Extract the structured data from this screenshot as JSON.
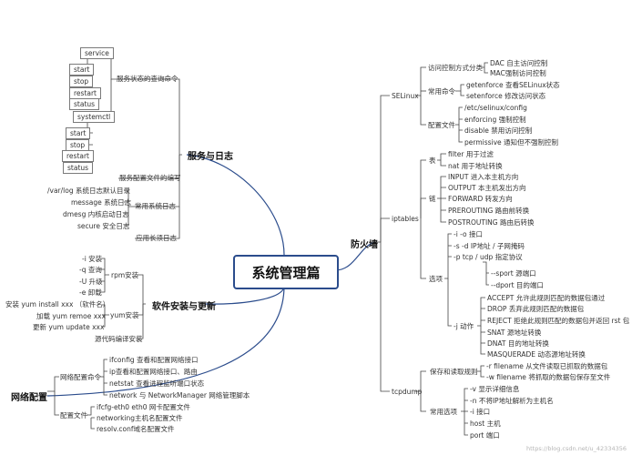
{
  "center": "系统管理篇",
  "branches": {
    "services": "服务与日志",
    "software": "软件安装与更新",
    "network": "网络配置",
    "firewall": "防火墙"
  },
  "services": {
    "query_label": "服务状态的查询命令",
    "service": "service",
    "service_cmds": [
      "start",
      "stop",
      "restart",
      "status"
    ],
    "systemctl": "systemctl",
    "systemctl_cmds": [
      "start",
      "stop",
      "restart",
      "status"
    ],
    "config_file": "服务配置文件的编写",
    "logs_label": "常用系统日志",
    "logs": [
      "/var/log  系统日志默认目录",
      "message 系统日志",
      "dmesg 内核启动日志",
      "secure 安全日志"
    ],
    "long_logs": "应用长须日志"
  },
  "software": {
    "rpm": "rpm安装",
    "rpm_opts": [
      "-i  安装",
      "-q  查询",
      "-U  升级",
      "-e  卸载"
    ],
    "yum_install": "安装  yum  install  xxx  （软件名）",
    "yum": "yum安装",
    "yum_opts": [
      "加载  yum  remoe  xxx",
      "更新  yum  update  xxx"
    ],
    "source": "源代码编译安装"
  },
  "network": {
    "cmds_label": "网络配置命令",
    "cmds": [
      "ifconfig  查看和配置网络接口",
      "ip查看和配置网络接口、路由",
      "netstat  查看进程监听端口状态",
      "network  与  NetworkManager  网络管理脚本"
    ],
    "files_label": "配置文件",
    "files": [
      "ifcfg-eth0 eth0  网卡配置文件",
      "networking主机名配置文件",
      "resolv.conf域名配置文件"
    ]
  },
  "firewall": {
    "selinux": "SELinux",
    "selinux_groups": {
      "access": "访问控制方式分类",
      "access_items": [
        "DAC  自主访问控制",
        "MAC强制访问控制"
      ],
      "cmds": "常用命令",
      "cmd_items": [
        "getenforce  查看SELinux状态",
        "setenforce  修改访问状态"
      ],
      "files": "配置文件",
      "file_items": [
        "/etc/selinux/config",
        "enforcing  强制控制",
        "disable  禁用访问控制",
        "permissive  通知但不强制控制"
      ]
    },
    "iptables": "iptables",
    "tables_label": "表",
    "tables": [
      "filter 用于过滤",
      "nat  用于地址转换"
    ],
    "chains_label": "链",
    "chains": [
      "INPUT  进入本主机方向",
      "OUTPUT  本主机发出方向",
      "FORWARD  转发方向",
      "PREROUTING  路由前转换",
      "POSTROUTING  路由后转换"
    ],
    "options_label": "选项",
    "options": [
      "-i  -o  接口",
      "-s  -d  IP地址 / 子网掩码",
      "-p  tcp  /  udp  指定协议"
    ],
    "ports": [
      "--sport  源端口",
      "--dport  目的端口"
    ],
    "action_label": "-j  动作",
    "actions": [
      "ACCEPT  允许此规则匹配的数据包通过",
      "DROP  丢弃此规则匹配的数据包",
      "REJECT  拒绝此规则匹配的数据包并返回  rst  包",
      "SNAT  源地址转换",
      "DNAT  目的地址转换",
      "MASQUERADE  动态源地址转换"
    ],
    "tcpdump": "tcpdump",
    "save_label": "保存和读取规则",
    "save_items": [
      "-r  filename  从文件读取已抓取的数据包",
      "-w filename  将抓取的数据包保存至文件"
    ],
    "common_label": "常用选项",
    "common_items": [
      "-v  显示详细信息",
      "-n  不将IP地址解析为主机名",
      "-i  接口",
      "host  主机",
      "port  端口"
    ]
  },
  "watermark": "https://blog.csdn.net/u_42334356"
}
